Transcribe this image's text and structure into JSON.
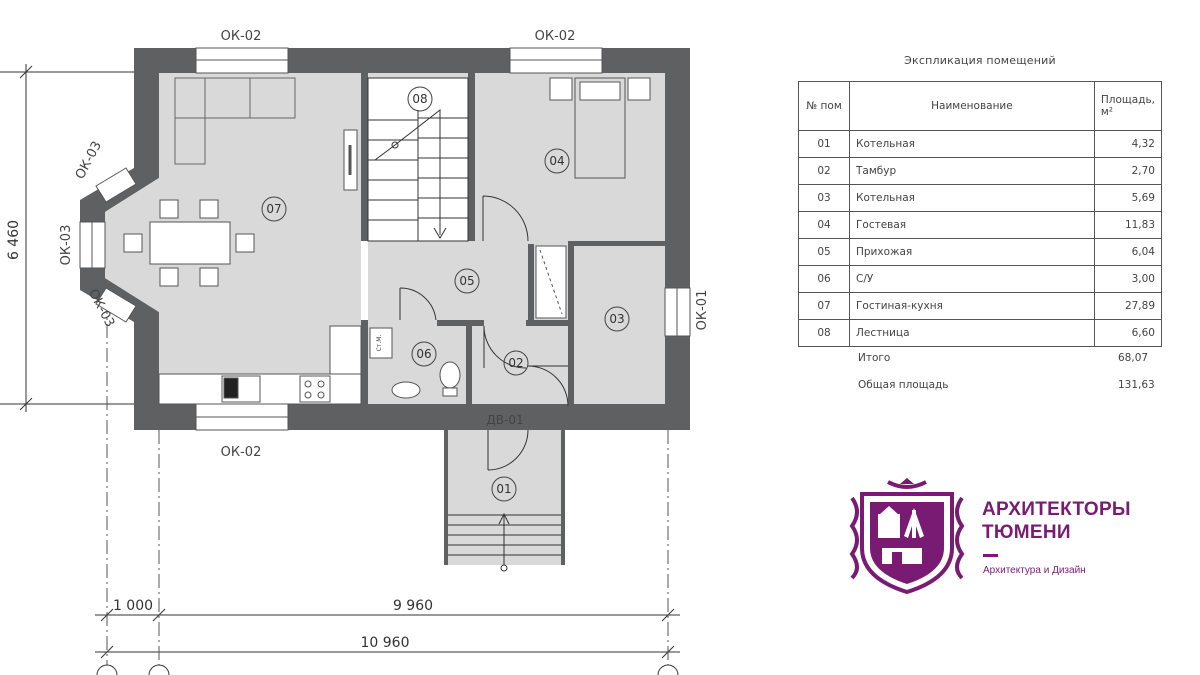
{
  "plan": {
    "windows": {
      "top_left": "ОК-02",
      "top_right": "ОК-02",
      "bottom": "ОК-02",
      "bay_upper": "ОК-03",
      "bay_mid": "ОК-03",
      "bay_lower": "ОК-03",
      "right": "ОК-01"
    },
    "door_entry": "ДВ-01",
    "toilet_label": "Ст.М.",
    "rooms": {
      "r01": "01",
      "r02": "02",
      "r03": "03",
      "r04": "04",
      "r05": "05",
      "r06": "06",
      "r07": "07",
      "r08": "08"
    },
    "dimensions": {
      "height": "6 460",
      "offset": "1 000",
      "inner": "9 960",
      "total": "10 960"
    }
  },
  "explication": {
    "title": "Экспликация помещений",
    "headers": {
      "no": "№ пом",
      "name": "Наименование",
      "area_line1": "Площадь,",
      "area_line2": "м²"
    },
    "rows": [
      {
        "no": "01",
        "name": "Котельная",
        "area": "4,32"
      },
      {
        "no": "02",
        "name": "Тамбур",
        "area": "2,70"
      },
      {
        "no": "03",
        "name": "Котельная",
        "area": "5,69"
      },
      {
        "no": "04",
        "name": "Гостевая",
        "area": "11,83"
      },
      {
        "no": "05",
        "name": "Прихожая",
        "area": "6,04"
      },
      {
        "no": "06",
        "name": "С/У",
        "area": "3,00"
      },
      {
        "no": "07",
        "name": "Гостиная-кухня",
        "area": "27,89"
      },
      {
        "no": "08",
        "name": "Лестница",
        "area": "6,60"
      }
    ],
    "total_label": "Итого",
    "total_value": "68,07",
    "gross_label": "Общая площадь",
    "gross_value": "131,63"
  },
  "brand": {
    "line1": "АРХИТЕКТОРЫ",
    "line2": "ТЮМЕНИ",
    "subtitle": "Архитектура и Дизайн",
    "color": "#7a1b73"
  },
  "colors": {
    "wall": "#5f6062",
    "floor": "#d9d9d9",
    "ink": "#333333"
  }
}
